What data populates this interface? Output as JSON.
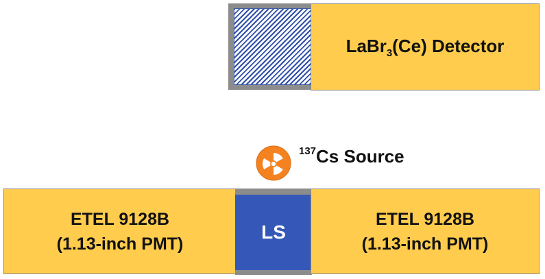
{
  "detector": {
    "name_prefix": "LaBr",
    "name_sub": "3",
    "name_suffix": "(Ce) Detector",
    "fill_color": "#FFCC4D",
    "window_pattern": "blue-diagonal-hatch"
  },
  "source": {
    "mass_number": "137",
    "label": "Cs Source",
    "icon": "radiation-icon",
    "icon_color": "#F58220"
  },
  "scintillator": {
    "label": "LS",
    "fill_color": "#3558B8"
  },
  "pmt_left": {
    "line1": "ETEL 9128B",
    "line2": "(1.13-inch PMT)"
  },
  "pmt_right": {
    "line1": "ETEL 9128B",
    "line2": "(1.13-inch PMT)"
  }
}
